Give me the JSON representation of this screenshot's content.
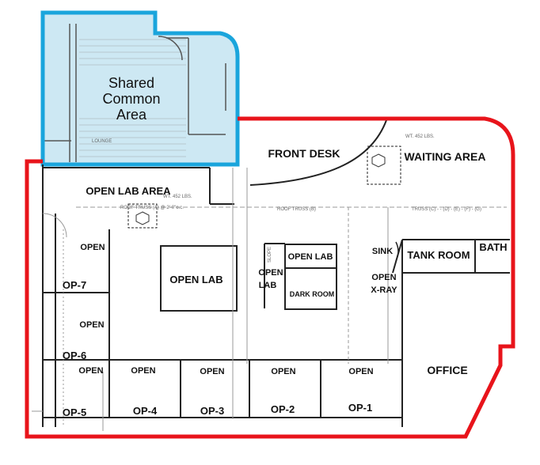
{
  "colors": {
    "shared_border": "#1aa5dc",
    "shared_fill": "#cde8f3",
    "suite_border": "#e8141b",
    "wall": "#222222",
    "faint": "#9a9a9a"
  },
  "shared_area": [
    "Shared",
    "Common",
    "Area"
  ],
  "rooms": {
    "front_desk": "FRONT DESK",
    "waiting_area": "WAITING AREA",
    "open_lab_area": "OPEN LAB AREA",
    "open_lab_center": "OPEN LAB",
    "open_lab_small": "OPEN LAB",
    "open_lab_side": [
      "OPEN",
      "LAB"
    ],
    "dark_room": "DARK ROOM",
    "sink": "SINK",
    "open_xray": [
      "OPEN",
      "X-RAY"
    ],
    "tank_room": "TANK ROOM",
    "bath": "BATH",
    "office": "OFFICE",
    "op7": "OP-7",
    "op6": "OP-6",
    "op5": "OP-5",
    "op4": "OP-4",
    "op3": "OP-3",
    "op2": "OP-2",
    "op1": "OP-1",
    "open_upper_left": "OPEN",
    "open_mid_left": "OPEN",
    "open_row": [
      "OPEN",
      "OPEN",
      "OPEN",
      "OPEN",
      "OPEN"
    ]
  },
  "annotations": {
    "roof_truss_a": "ROOF TRUSS (A) @ 2'-0\"o.c.",
    "roof_truss_b": "ROOF TRUSS (B)",
    "truss_c": "TRUSS (C) - - (D) - (E) - (F) - (G)",
    "wt_1": "WT. 452 LBS.",
    "wt_2": "WT. 452 LBS.",
    "lounge": "LOUNGE",
    "slope": "SLOPE"
  }
}
